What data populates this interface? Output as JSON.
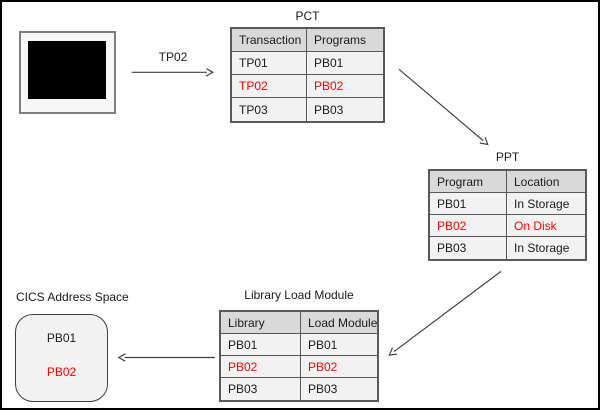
{
  "colors": {
    "highlight": "#FF0000",
    "table_header_bg": "#D9D9D9",
    "table_row_bg": "#F2F2F2",
    "table_border": "#595959",
    "arrow": "#404040"
  },
  "flow": {
    "transaction_label": "TP02"
  },
  "pct": {
    "title": "PCT",
    "headers": [
      "Transaction",
      "Programs"
    ],
    "rows": [
      [
        "TP01",
        "PB01"
      ],
      [
        "TP02",
        "PB02"
      ],
      [
        "TP03",
        "PB03"
      ]
    ]
  },
  "ppt": {
    "title": "PPT",
    "headers": [
      "Program",
      "Location"
    ],
    "rows": [
      [
        "PB01",
        "In Storage"
      ],
      [
        "PB02",
        "On Disk"
      ],
      [
        "PB03",
        "In Storage"
      ]
    ]
  },
  "library": {
    "title": "Library Load Module",
    "headers": [
      "Library",
      "Load Module"
    ],
    "rows": [
      [
        "PB01",
        "PB01"
      ],
      [
        "PB02",
        "PB02"
      ],
      [
        "PB03",
        "PB03"
      ]
    ]
  },
  "address_space": {
    "title": "CICS Address Space",
    "items": [
      "PB01",
      "PB02"
    ]
  }
}
